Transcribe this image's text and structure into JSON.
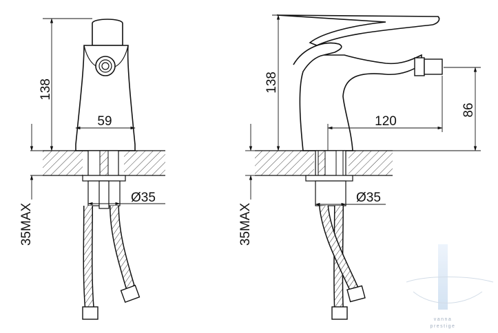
{
  "drawing": {
    "left_view": {
      "height_label": "138",
      "width_label": "59",
      "diameter_label": "Ø35",
      "max_label": "35MAX"
    },
    "right_view": {
      "height_label": "138",
      "spout_height_label": "86",
      "reach_label": "120",
      "diameter_label": "Ø35",
      "max_label": "35MAX"
    }
  },
  "watermark": {
    "line1": "vanna",
    "line2": "prestige"
  },
  "colors": {
    "line": "#111111",
    "background": "#ffffff",
    "watermark": "#8a9bb0"
  }
}
